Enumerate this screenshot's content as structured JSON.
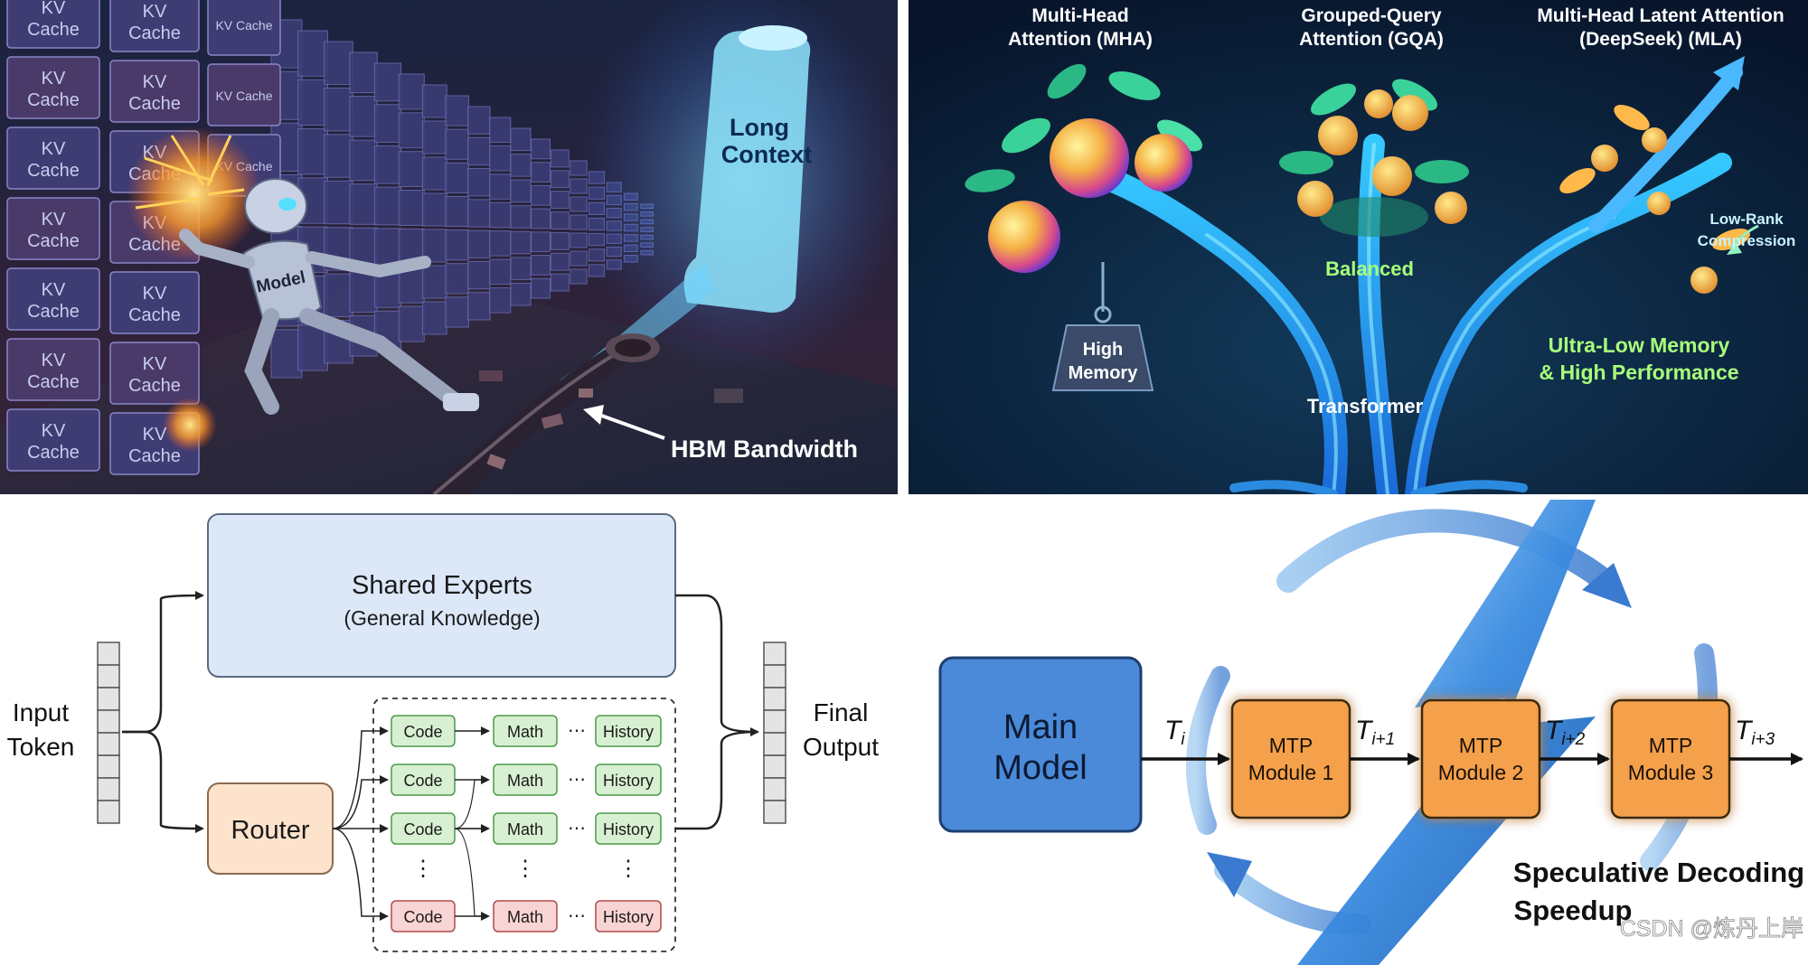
{
  "memory_wall": {
    "kv_label_line1": "KV",
    "kv_label_line2": "Cache",
    "kv_inline_label": "KV Cache",
    "robot_label": "Model",
    "long_context_line1": "Long",
    "long_context_line2": "Context",
    "hbm_label": "HBM Bandwidth",
    "colors": {
      "bg_top": "#1a2340",
      "bg_bottom": "#3a2236",
      "tile": "#3c3e78",
      "scroll": "#8fe6ff",
      "spark": "#ff9a2b"
    }
  },
  "attention": {
    "mha_line1": "Multi-Head",
    "mha_line2": "Attention (MHA)",
    "gqa_line1": "Grouped-Query",
    "gqa_line2": "Attention (GQA)",
    "mla_line1": "Multi-Head Latent Attention",
    "mla_line2": "(DeepSeek) (MLA)",
    "weight_line1": "High",
    "weight_line2": "Memory",
    "balanced": "Balanced",
    "lowrank_line1": "Low-Rank",
    "lowrank_line2": "Compression",
    "ultra_line1": "Ultra-Low Memory",
    "ultra_line2": "& High Performance",
    "transformer": "Transformer",
    "colors": {
      "bg": "#0a1a33",
      "trunk": "#2fa7ff",
      "leaf": "#3ad29a",
      "balanced": "#a8ff7a"
    }
  },
  "moe": {
    "input_line1": "Input",
    "input_line2": "Token",
    "shared_title": "Shared Experts",
    "shared_sub": "(General Knowledge)",
    "router": "Router",
    "output_line1": "Final",
    "output_line2": "Output",
    "expert_rows": [
      [
        "Code",
        "Math",
        "History"
      ],
      [
        "Code",
        "Math",
        "History"
      ],
      [
        "Code",
        "Math",
        "History"
      ],
      [
        "Code",
        "Math",
        "History"
      ]
    ],
    "ellipsis": "⋯",
    "vdots": "⋮",
    "colors": {
      "shared_fill": "#dce8f8",
      "router_fill": "#fde3cc",
      "expert_green": "#d8f0d2",
      "expert_red": "#f9d4d4"
    }
  },
  "mtp": {
    "main_line1": "Main",
    "main_line2": "Model",
    "module1_line1": "MTP",
    "module1_line2": "Module 1",
    "module2_line1": "MTP",
    "module2_line2": "Module 2",
    "module3_line1": "MTP",
    "module3_line2": "Module 3",
    "token_base": "T",
    "sub_i": "i",
    "sub_i1": "i+1",
    "sub_i2": "i+2",
    "sub_i3": "i+3",
    "spec_line1": "Speculative Decoding",
    "spec_line2": "Speedup",
    "watermark": "CSDN @炼丹上岸",
    "colors": {
      "main": "#4a8ad8",
      "module": "#f5a04c",
      "bolt": "#3a8be0"
    }
  }
}
